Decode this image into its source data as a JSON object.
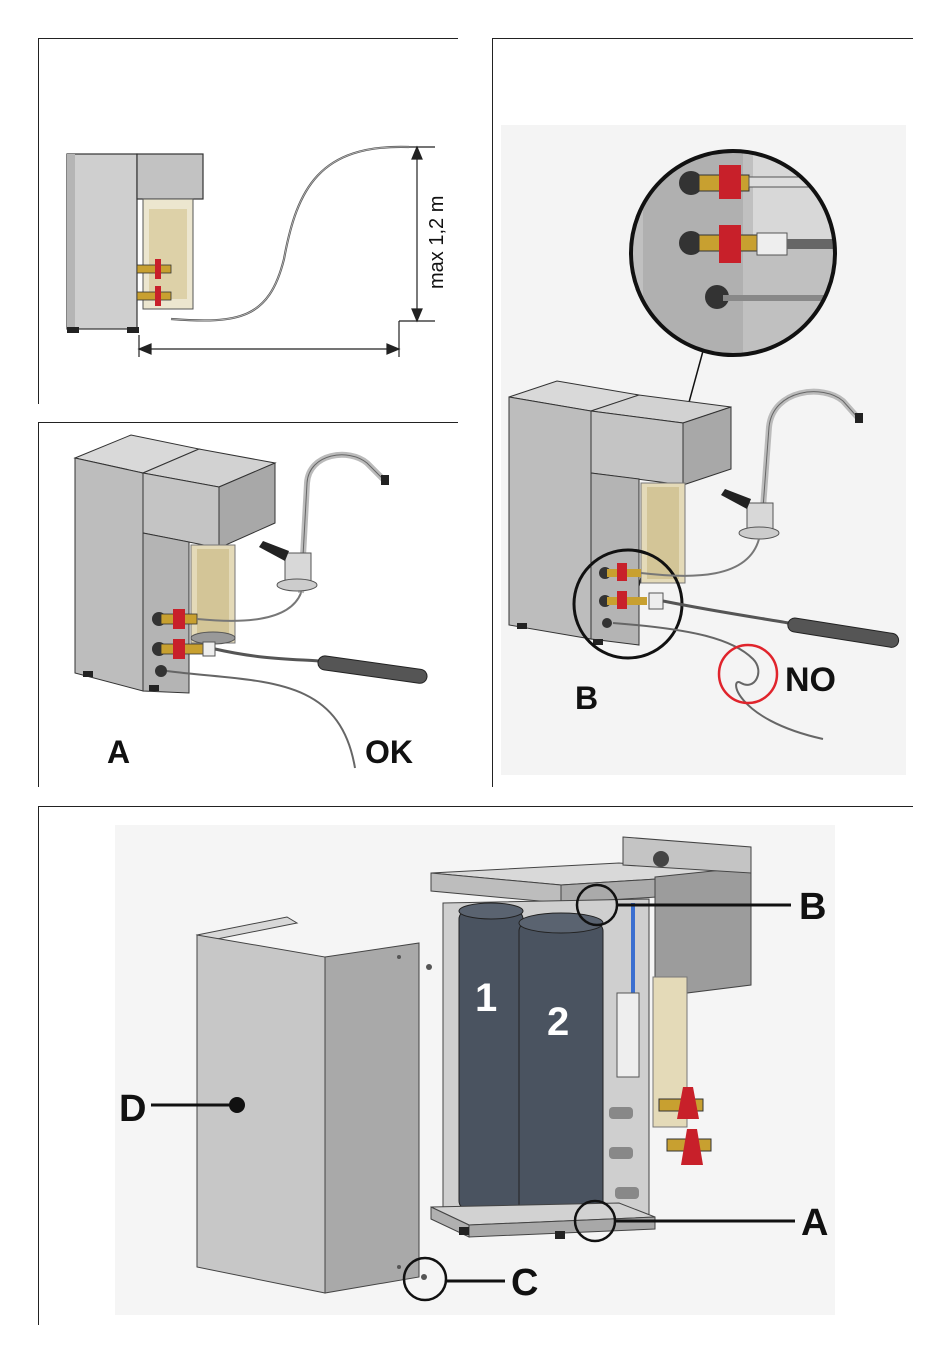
{
  "panels": {
    "top_left": {
      "dimension_label": "max 1,2 m"
    },
    "mid_left": {
      "view_label": "A",
      "status_label": "OK"
    },
    "right": {
      "view_label": "B",
      "status_label": "NO"
    },
    "bottom": {
      "callouts": {
        "b": "B",
        "a": "A",
        "c": "C",
        "d": "D"
      },
      "cartridges": {
        "first": "1",
        "second": "2"
      }
    }
  },
  "colors": {
    "outline": "#222222",
    "housing": "#c9c9c9",
    "housing_dark": "#9c9c9c",
    "cartridge": "#4a5360",
    "valve_red": "#c8202a",
    "brass": "#c8a030",
    "filter_beige": "#d8cba0",
    "warning_circle": "#e0242c",
    "hose": "#444444"
  }
}
